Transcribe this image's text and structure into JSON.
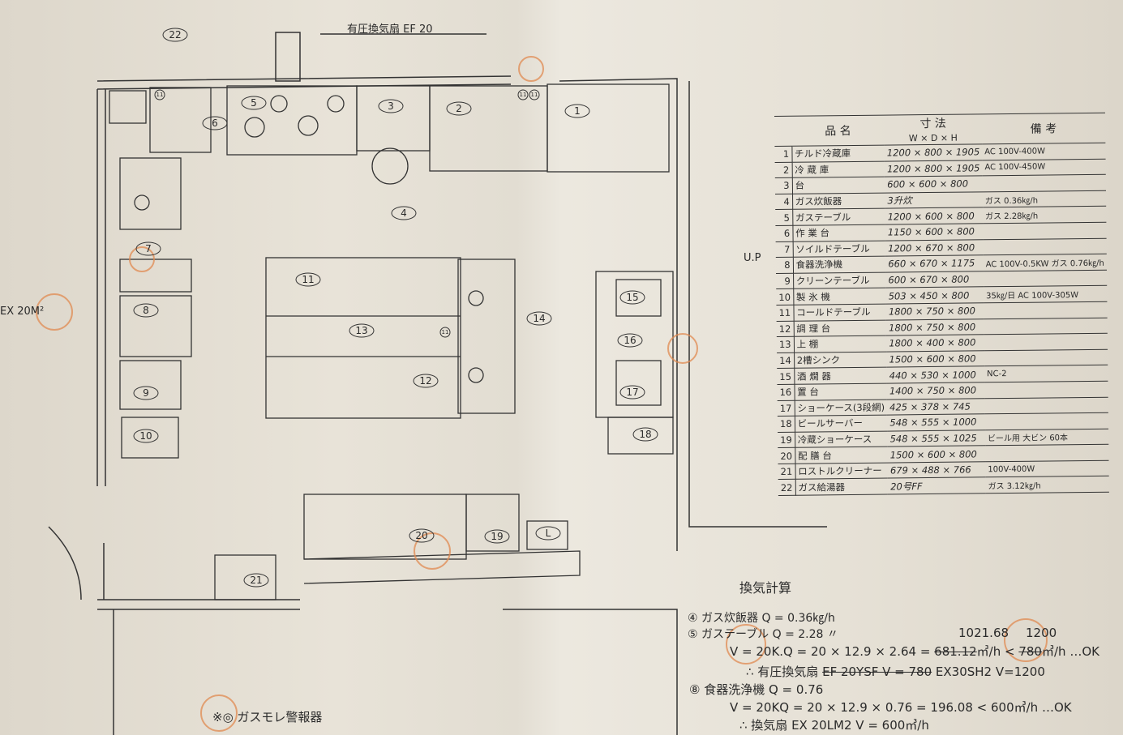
{
  "plan": {
    "top_label": "有圧換気扇 EF 20",
    "left_label": "EX 20M²",
    "up_label": "U.P",
    "alarm_label": "※◎ ガスモレ警報器",
    "markers": [
      "22",
      "11",
      "5",
      "3",
      "2",
      "11",
      "11",
      "1",
      "6",
      "4",
      "7",
      "11",
      "13",
      "11",
      "14",
      "12",
      "8",
      "9",
      "10",
      "15",
      "16",
      "17",
      "18",
      "20",
      "19",
      "21",
      "L"
    ]
  },
  "table": {
    "headers": {
      "name": "品 名",
      "dims_top": "寸 法",
      "dims": "W × D × H",
      "notes": "備 考"
    },
    "rows": [
      {
        "no": "1",
        "name": "チルド冷蔵庫",
        "dims": "1200 × 800 × 1905",
        "notes": "AC 100V-400W"
      },
      {
        "no": "2",
        "name": "冷 蔵 庫",
        "dims": "1200 × 800 × 1905",
        "notes": "AC 100V-450W"
      },
      {
        "no": "3",
        "name": "台",
        "dims": "600 × 600 × 800",
        "notes": ""
      },
      {
        "no": "4",
        "name": "ガス炊飯器",
        "dims": "3升炊",
        "notes": "ガス 0.36㎏/h"
      },
      {
        "no": "5",
        "name": "ガステーブル",
        "dims": "1200 × 600 × 800",
        "notes": "ガス 2.28㎏/h"
      },
      {
        "no": "6",
        "name": "作 業 台",
        "dims": "1150 × 600 × 800",
        "notes": ""
      },
      {
        "no": "7",
        "name": "ソイルドテーブル",
        "dims": "1200 × 670 × 800",
        "notes": ""
      },
      {
        "no": "8",
        "name": "食器洗浄機",
        "dims": "660 × 670 × 1175",
        "notes": "AC 100V-0.5KW ガス 0.76㎏/h"
      },
      {
        "no": "9",
        "name": "クリーンテーブル",
        "dims": "600 × 670 × 800",
        "notes": ""
      },
      {
        "no": "10",
        "name": "製 氷 機",
        "dims": "503 × 450 × 800",
        "notes": "35㎏/日 AC 100V-305W"
      },
      {
        "no": "11",
        "name": "コールドテーブル",
        "dims": "1800 × 750 × 800",
        "notes": ""
      },
      {
        "no": "12",
        "name": "調 理 台",
        "dims": "1800 × 750 × 800",
        "notes": ""
      },
      {
        "no": "13",
        "name": "上 棚",
        "dims": "1800 × 400 × 800",
        "notes": ""
      },
      {
        "no": "14",
        "name": "2槽シンク",
        "dims": "1500 × 600 × 800",
        "notes": ""
      },
      {
        "no": "15",
        "name": "酒 燗 器",
        "dims": "440 × 530 × 1000",
        "notes": "NC-2"
      },
      {
        "no": "16",
        "name": "置 台",
        "dims": "1400 × 750 × 800",
        "notes": ""
      },
      {
        "no": "17",
        "name": "ショーケース(3段網)",
        "dims": "425 × 378 × 745",
        "notes": ""
      },
      {
        "no": "18",
        "name": "ビールサーバー",
        "dims": "548 × 555 × 1000",
        "notes": ""
      },
      {
        "no": "19",
        "name": "冷蔵ショーケース",
        "dims": "548 × 555 × 1025",
        "notes": "ビール用 大ビン 60本"
      },
      {
        "no": "20",
        "name": "配 膳 台",
        "dims": "1500 × 600 × 800",
        "notes": ""
      },
      {
        "no": "21",
        "name": "ロストルクリーナー",
        "dims": "679 × 488 × 766",
        "notes": "100V-400W"
      },
      {
        "no": "22",
        "name": "ガス給湯器",
        "dims": "20号FF",
        "notes": "ガス 3.12㎏/h"
      }
    ]
  },
  "calc": {
    "title": "換気計算",
    "l1": "④ ガス炊飯器  Q = 0.36㎏/h",
    "l2": "⑤ ガステーブル  Q = 2.28 〃",
    "l3a": "V = 20K.Q  =  20 × 12.9 × 2.64 = ",
    "l3b": "681.12",
    "l3c": "㎥/h < ",
    "l3d": "780",
    "l3e": "㎥/h …OK",
    "l3_over1": "1021.68",
    "l3_over2": "1200",
    "l4a": "∴ 有圧換気扇 ",
    "l4b": "EF 20YSF  V = 780",
    "l4c": " EX30SH2  V=1200",
    "l5": "⑧ 食器洗浄機  Q = 0.76",
    "l6": "V = 20KQ  =  20 × 12.9 × 0.76 = 196.08 < 600㎥/h …OK",
    "l7": "∴ 換気扇  EX 20LM2   V = 600㎥/h"
  }
}
